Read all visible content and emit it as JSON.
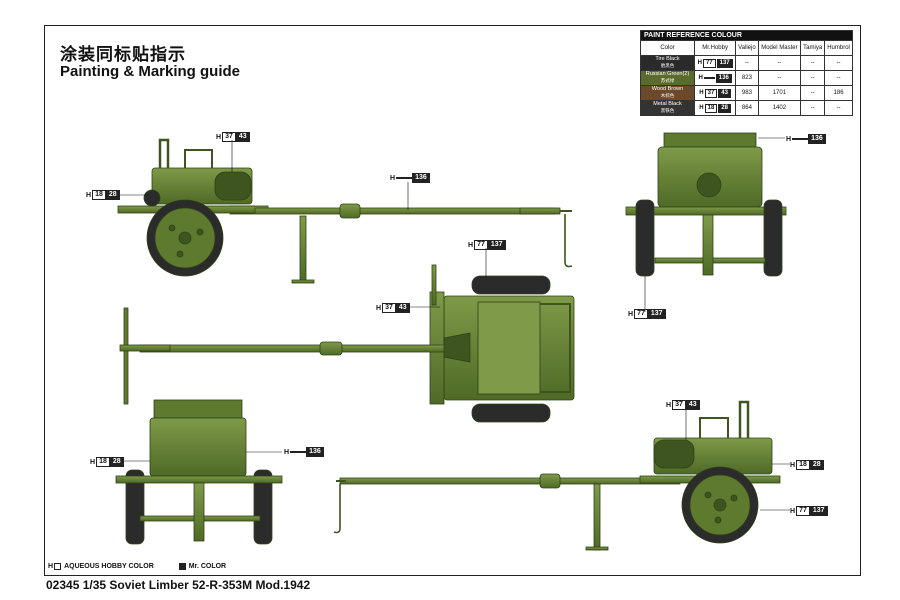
{
  "header": {
    "title_cn": "涂装同标贴指示",
    "title_en": "Painting & Marking guide"
  },
  "paint_table": {
    "title": "PAINT  REFERENCE COLOUR",
    "columns": [
      "Color",
      "Mr.Hobby",
      "Vallejo",
      "Model Master",
      "Tamiya",
      "Humbrol"
    ],
    "rows": [
      {
        "name": "Tire Black",
        "name_cn": "胎黑色",
        "swatch": "#2a2a2a",
        "h": "77",
        "mr": "137",
        "vallejo": "--",
        "model_master": "--",
        "tamiya": "--",
        "humbrol": "--"
      },
      {
        "name": "Russian Green(2)",
        "name_cn": "苏式绿",
        "swatch": "#5b6b2e",
        "h": "",
        "mr": "136",
        "vallejo": "823",
        "model_master": "--",
        "tamiya": "--",
        "humbrol": "--"
      },
      {
        "name": "Wood Brown",
        "name_cn": "木棕色",
        "swatch": "#6a4a2a",
        "h": "37",
        "mr": "43",
        "vallejo": "983",
        "model_master": "1701",
        "tamiya": "--",
        "humbrol": "186"
      },
      {
        "name": "Metal  Black",
        "name_cn": "黑铁色",
        "swatch": "#333333",
        "h": "18",
        "mr": "28",
        "vallejo": "864",
        "model_master": "1402",
        "tamiya": "--",
        "humbrol": "--"
      }
    ]
  },
  "callouts": {
    "h_prefix": "H",
    "c1": {
      "a": "37",
      "b": "43"
    },
    "c2": {
      "a": "18",
      "b": "28"
    },
    "c3": {
      "a": "",
      "b": "136"
    },
    "c4": {
      "a": "",
      "b": "136"
    },
    "c5": {
      "a": "77",
      "b": "137"
    },
    "c6": {
      "a": "77",
      "b": "137"
    },
    "c7": {
      "a": "37",
      "b": "43"
    },
    "c8": {
      "a": "18",
      "b": "28"
    },
    "c9": {
      "a": "",
      "b": "136"
    },
    "c10": {
      "a": "37",
      "b": "43"
    },
    "c11": {
      "a": "18",
      "b": "28"
    },
    "c12": {
      "a": "77",
      "b": "137"
    }
  },
  "legend": {
    "aqueous": "AQUEOUS HOBBY COLOR",
    "mr_color": "Mr. COLOR",
    "h_prefix": "H"
  },
  "footer": {
    "text": "02345  1/35   Soviet Limber 52-R-353M Mod.1942"
  },
  "colors": {
    "olive": "#5d7a2e",
    "olive_dark": "#3e5520",
    "olive_light": "#7f9a48",
    "tire": "#2b2b2b",
    "ink": "#111111"
  }
}
